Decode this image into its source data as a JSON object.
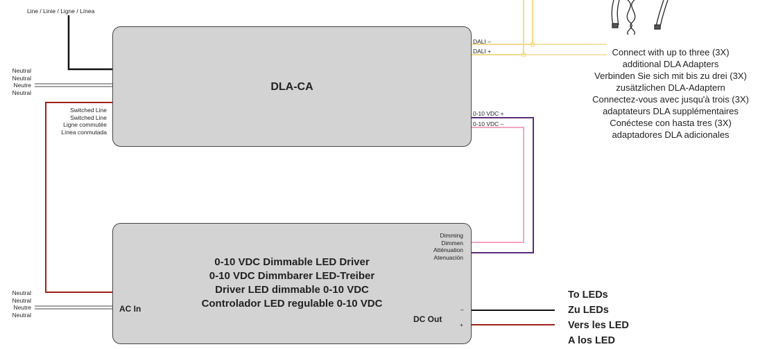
{
  "top": {
    "line_label": "Line / Linie / Ligne / Línea"
  },
  "dla_box": {
    "title": "DLA-CA",
    "neutral_lines": [
      "Neutral",
      "Neutral",
      "Neutre",
      "Neutral"
    ],
    "switched_lines": [
      "Switched Line",
      "Switched Line",
      "Ligne commutée",
      "Línea conmutada"
    ],
    "dali_minus": "DALI –",
    "dali_plus": "DALI +",
    "vdc_plus": "0-10 VDC +",
    "vdc_minus": "0-10 VDC –"
  },
  "driver_box": {
    "titles": [
      "0-10 VDC Dimmable LED Driver",
      "0-10 VDC Dimmbarer LED-Treiber",
      "Driver LED dimmable 0-10 VDC",
      "Controlador LED regulable 0-10 VDC"
    ],
    "dimming_lines": [
      "Dimming",
      "Dimmen",
      "Atténuation",
      "Atenuación"
    ],
    "ac_in": "AC In",
    "dc_out": "DC Out",
    "minus": "–",
    "plus": "+"
  },
  "left_neutral_bottom": [
    "Neutral",
    "Neutral",
    "Neutre",
    "Neutral"
  ],
  "note": [
    "Connect with up to three (3X)",
    "additional DLA Adapters",
    "Verbinden Sie sich mit bis zu drei (3X)",
    "zusätzlichen DLA-Adaptern",
    "Connectez-vous avec jusqu'à trois (3X)",
    "adaptateurs DLA supplémentaires",
    "Conéctese con hasta tres (3X)",
    "adaptadores DLA adicionales"
  ],
  "leds": [
    "To LEDs",
    "Zu LEDs",
    "Vers les LED",
    "A los LED"
  ],
  "colors": {
    "line": "#111111",
    "switched": "#a0201c",
    "dali": "#f5d98a",
    "dim_plus": "#5b2a7c",
    "dim_minus": "#f4a5bd",
    "box_fill": "#d3d3d3"
  }
}
